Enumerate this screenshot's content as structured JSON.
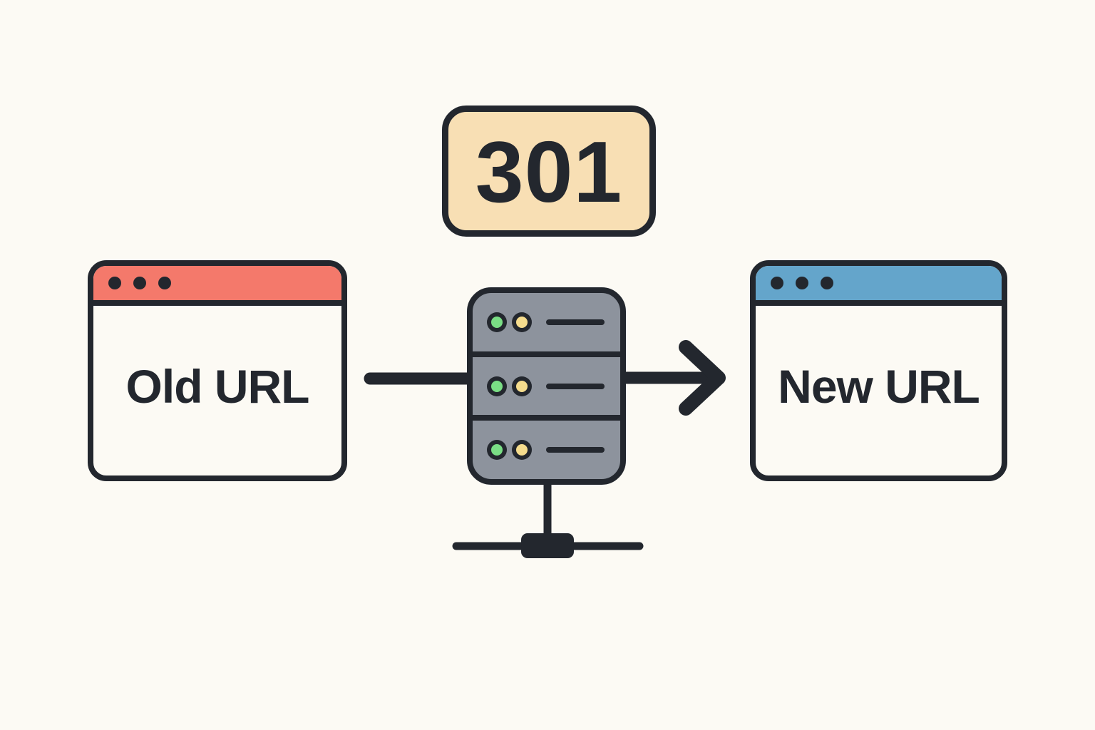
{
  "badge": {
    "label": "301",
    "background_color": "#F8DFB4",
    "border_color": "#23272E"
  },
  "windows": {
    "old": {
      "label": "Old URL",
      "titlebar_color": "#F4796B",
      "titlebar_dot_count": 3
    },
    "new": {
      "label": "New URL",
      "titlebar_color": "#64A5CB",
      "titlebar_dot_count": 3
    }
  },
  "server": {
    "rack_row_count": 3,
    "body_color": "#8D939D",
    "led_colors": [
      "#7ADE85",
      "#F5DC8D"
    ]
  },
  "arrow": {
    "direction": "right",
    "color": "#23272E"
  },
  "colors": {
    "background": "#FCFAF4",
    "ink": "#23272E"
  }
}
